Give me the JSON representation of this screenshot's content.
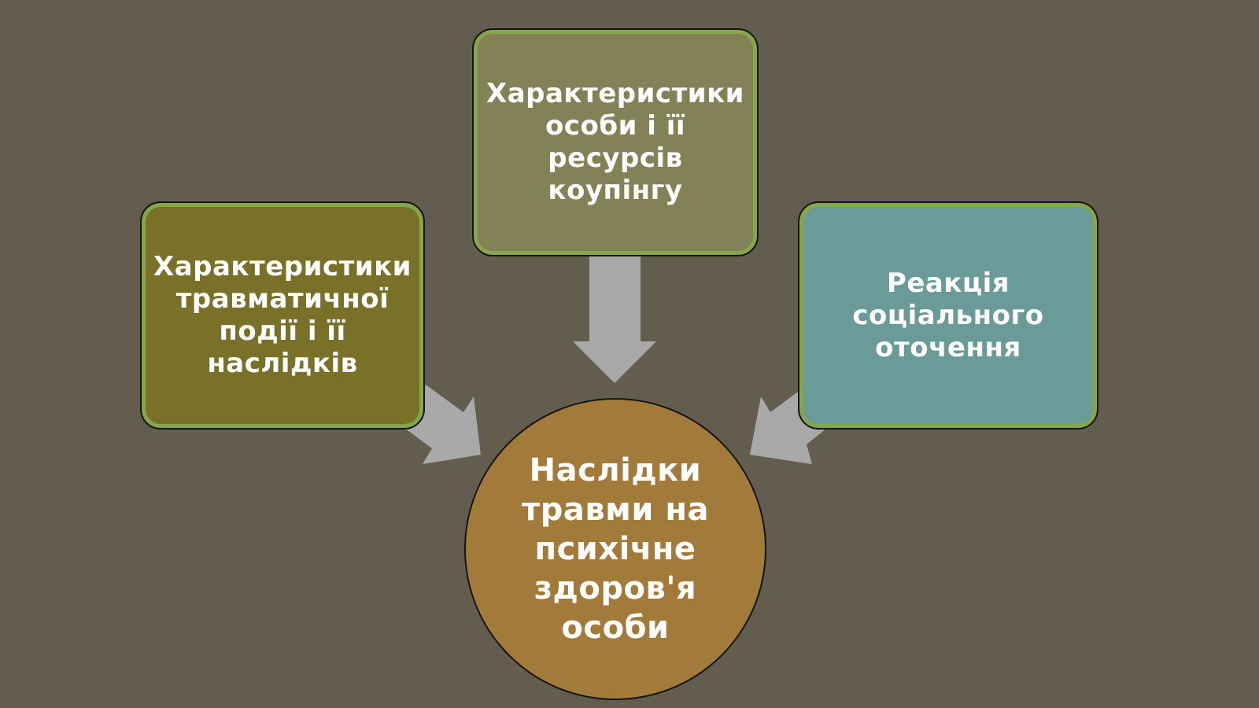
{
  "diagram": {
    "boxes": {
      "left": "Характеристики\nтравматичної\nподії і її наслідків",
      "top": "Характеристики\nособи і її\nресурсів\nкоупінгу",
      "right": "Реакція\nсоціального\nоточення"
    },
    "center": "Наслідки\nтравми на\nпсихічне\nздоров'я\nособи"
  },
  "colors": {
    "background": "#625d4e",
    "box_left": "#7a7128",
    "box_top": "#838156",
    "box_right": "#6a9b98",
    "box_inner_border": "#86a64c",
    "center_circle": "#a27b3a",
    "arrow": "#a9a9a9",
    "text": "#ffffff"
  }
}
